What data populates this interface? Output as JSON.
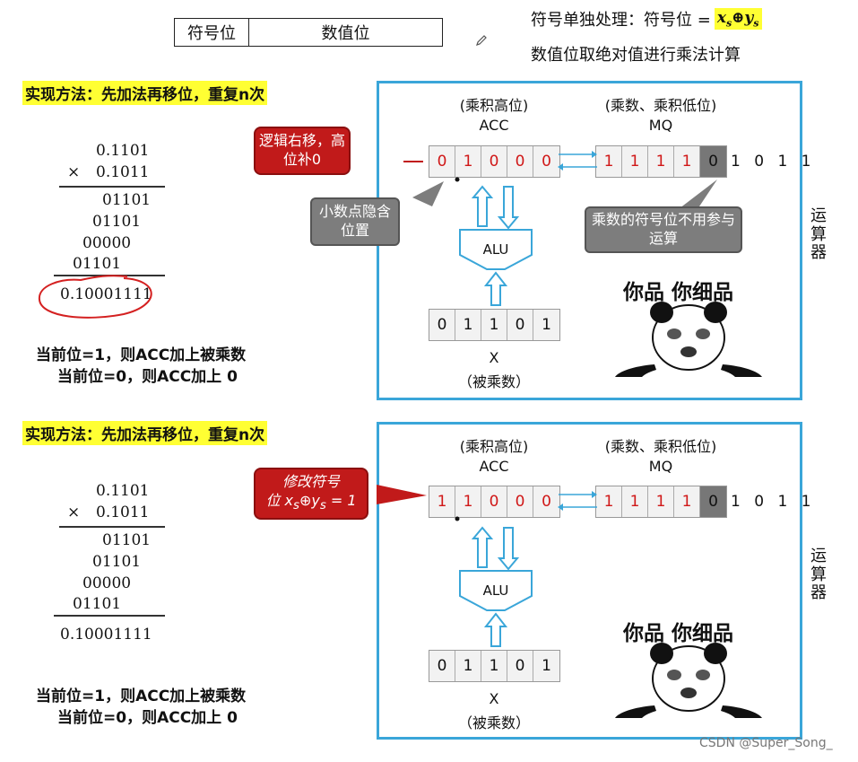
{
  "header": {
    "field_sign": "符号位",
    "field_value": "数值位",
    "sign_text": "符号单独处理：符号位 =",
    "sign_formula": "x",
    "sign_formula_sub1": "s",
    "sign_formula_op": "⊕",
    "sign_formula_y": "y",
    "sign_formula_sub2": "s",
    "magnitude_text": "数值位取绝对值进行乘法计算"
  },
  "panels": [
    {
      "method": "实现方法：先加法再移位，重复n次",
      "calc": {
        "multiplicand": "0.1101",
        "times": "×",
        "multiplier": "0.1011",
        "partials": [
          "01101",
          "01101",
          "00000",
          "01101"
        ],
        "result": "0.10001111"
      },
      "notes": [
        "当前位=1，则ACC加上被乘数",
        "当前位=0，则ACC加上 0"
      ],
      "acc_label": "(乘积高位)",
      "acc_name": "ACC",
      "mq_label": "(乘数、乘积低位)",
      "mq_name": "MQ",
      "acc_bits": [
        "0",
        "1",
        "0",
        "0",
        "0"
      ],
      "mq_bits": [
        "1",
        "1",
        "1",
        "1",
        "0"
      ],
      "extra_bits": "1  0  1  1",
      "alu": "ALU",
      "x_bits": [
        "0",
        "1",
        "1",
        "0",
        "1"
      ],
      "x_name": "X",
      "x_label": "（被乘数）",
      "callout_red": "逻辑右移，高位补0",
      "callout_gray1": "小数点隐含位置",
      "callout_gray2": "乘数的符号位不用参与运算",
      "panda_title": "你品 你细品",
      "side_label": "运算器"
    },
    {
      "method": "实现方法：先加法再移位，重复n次",
      "calc": {
        "multiplicand": "0.1101",
        "times": "×",
        "multiplier": "0.1011",
        "partials": [
          "01101",
          "01101",
          "00000",
          "01101"
        ],
        "result": "0.10001111"
      },
      "notes": [
        "当前位=1，则ACC加上被乘数",
        "当前位=0，则ACC加上 0"
      ],
      "acc_label": "(乘积高位)",
      "acc_name": "ACC",
      "mq_label": "(乘数、乘积低位)",
      "mq_name": "MQ",
      "acc_bits": [
        "1",
        "1",
        "0",
        "0",
        "0"
      ],
      "mq_bits": [
        "1",
        "1",
        "1",
        "1",
        "0"
      ],
      "extra_bits": "1  0  1  1",
      "alu": "ALU",
      "x_bits": [
        "0",
        "1",
        "1",
        "0",
        "1"
      ],
      "x_name": "X",
      "x_label": "（被乘数）",
      "callout_red_line1": "修改符号",
      "callout_red_line2": "位",
      "callout_red_formula": "x",
      "callout_red_sub1": "s",
      "callout_red_op": "⊕",
      "callout_red_y": "y",
      "callout_red_sub2": "s",
      "callout_red_tail": " = 1",
      "panda_title": "你品 你细品",
      "side_label": "运算器"
    }
  ],
  "watermark": "CSDN @Super_Song_",
  "colors": {
    "frame": "#3aa6d9",
    "highlight": "#ffff33",
    "callout_red": "#c11a1a",
    "callout_gray": "#7d7d7d",
    "bit_red": "#d01818"
  }
}
